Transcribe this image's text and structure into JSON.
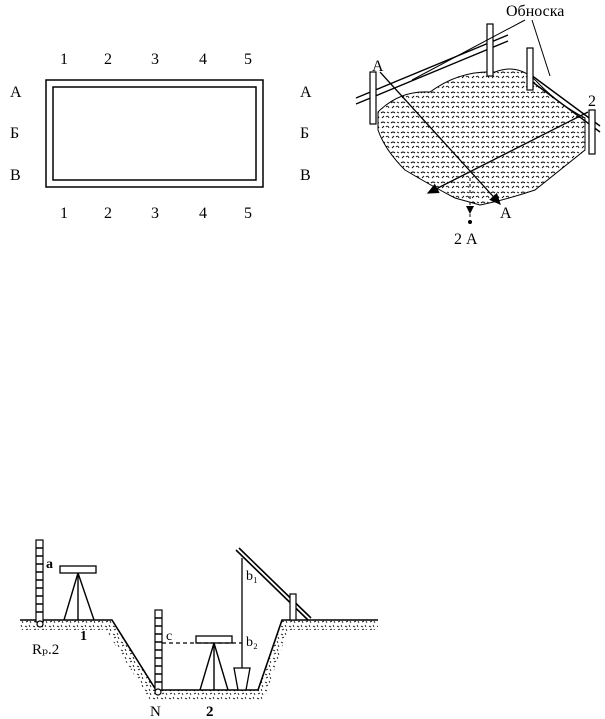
{
  "plan": {
    "column_labels": [
      "1",
      "2",
      "3",
      "4",
      "5"
    ],
    "row_labels": [
      "А",
      "Б",
      "В"
    ]
  },
  "perspective": {
    "title": "Обноска",
    "axis_a_label": "А",
    "axis_2_label": "2",
    "bottom_a_label": "А",
    "corner_label": "2 А"
  },
  "section": {
    "rod_a_label": "a",
    "station_1_label": "1",
    "benchmark_label": "Rₚ.2",
    "rod_c_label": "c",
    "b1_label": "b₁",
    "b2_label": "b₂",
    "point_n_label": "N",
    "station_2_label": "2"
  }
}
